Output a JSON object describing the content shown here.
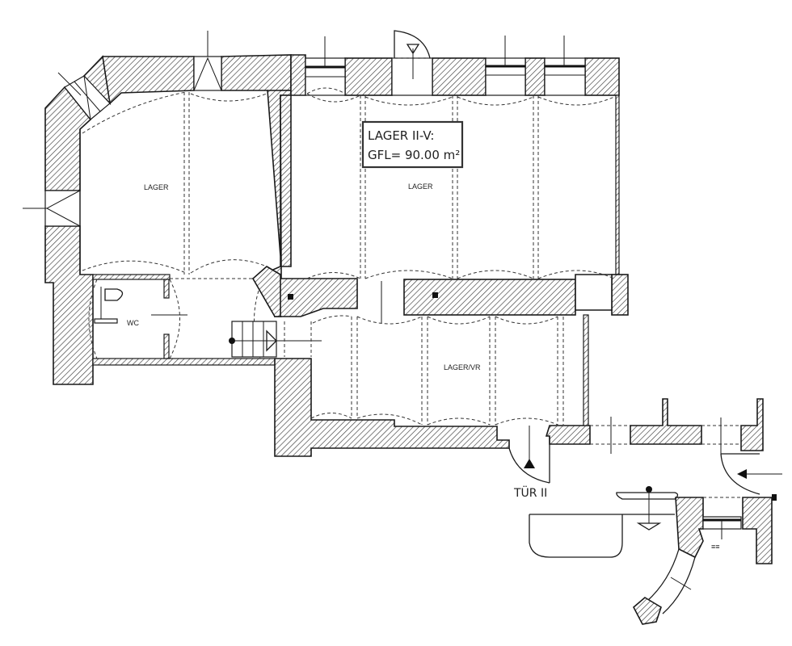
{
  "drawing": {
    "type": "architectural floor plan",
    "area_tag": {
      "line1": "LAGER II-V:",
      "line2": "GFL= 90.00 m²"
    },
    "rooms": [
      {
        "id": "lager-west",
        "label": "LAGER"
      },
      {
        "id": "lager-main",
        "label": "LAGER"
      },
      {
        "id": "wc",
        "label": "WC"
      },
      {
        "id": "lager-vr",
        "label": "LAGER/VR"
      }
    ],
    "door_labels": [
      {
        "id": "door-2",
        "label": "TÜR II"
      }
    ],
    "stair_symbols": {
      "label": "≡≡"
    },
    "colors": {
      "line": "#1a1a1a",
      "hatch": "#333333",
      "background": "#ffffff"
    }
  }
}
